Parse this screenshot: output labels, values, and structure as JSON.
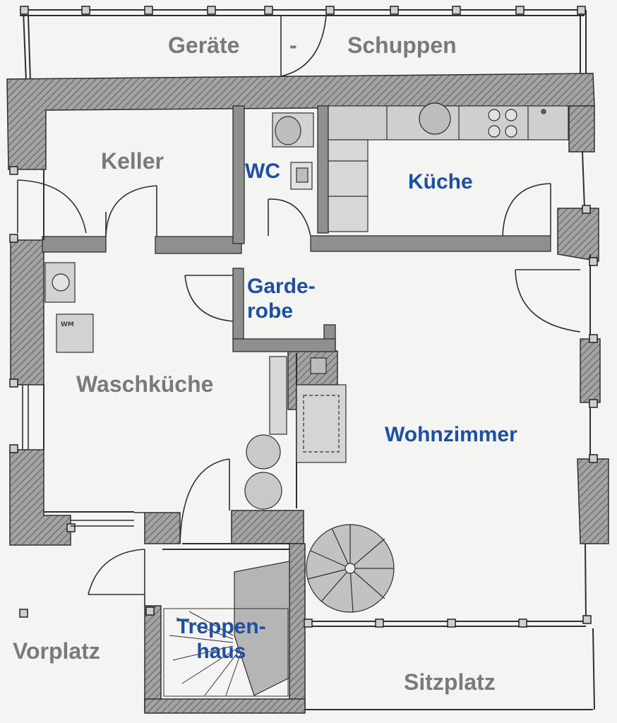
{
  "colors": {
    "wall_fill": "#9a9a9a",
    "wall_stroke": "#2e2e2e",
    "line": "#2f2f2f",
    "fixture_fill": "#d3d3d3",
    "room_blue": "#1f4fa0",
    "room_gray": "#7a7a7a"
  },
  "labels": {
    "geraete": "Geräte",
    "dash": "-",
    "schuppen": "Schuppen",
    "keller": "Keller",
    "wc": "WC",
    "kueche": "Küche",
    "garderobe_1": "Garde-",
    "garderobe_2": "robe",
    "waschkueche": "Waschküche",
    "wohnzimmer": "Wohnzimmer",
    "treppenhaus_1": "Treppen-",
    "treppenhaus_2": "haus",
    "vorplatz": "Vorplatz",
    "sitzplatz": "Sitzplatz",
    "wm": "WM"
  }
}
